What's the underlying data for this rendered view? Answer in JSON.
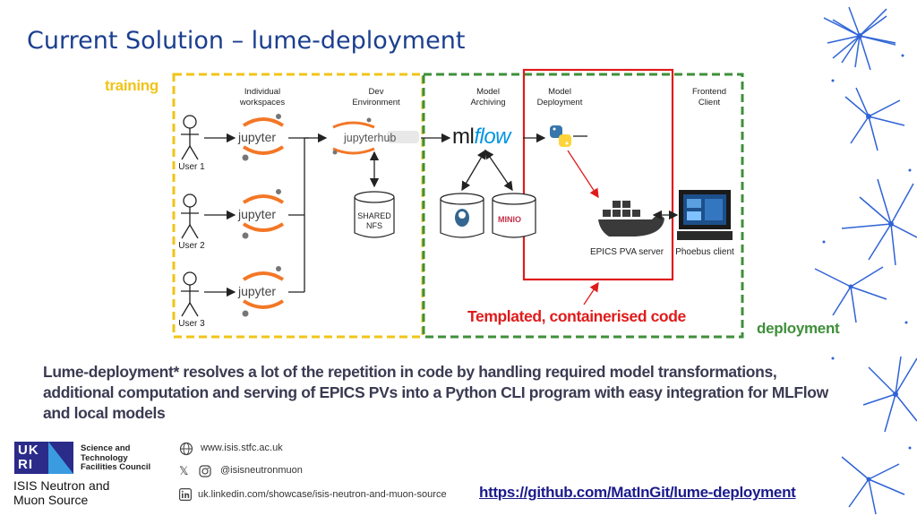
{
  "slide": {
    "title": "Current Solution – lume-deployment",
    "description": "Lume-deployment* resolves a lot of the repetition in code by handling required model transformations, additional computation and serving of EPICS PVs into a Python CLI program with easy integration for MLFlow and local models",
    "link": "https://github.com/MatInGit/lume-deployment"
  },
  "diagram": {
    "training_label": "training",
    "deployment_label": "deployment",
    "templated_label": "Templated, containerised code",
    "columns": {
      "individual_workspaces": [
        "Individual",
        "workspaces"
      ],
      "dev_environment": [
        "Dev",
        "Environment"
      ],
      "model_archiving": [
        "Model",
        "Archiving"
      ],
      "model_deployment": [
        "Model",
        "Deployment"
      ],
      "frontend_client": [
        "Frontend",
        "Client"
      ]
    },
    "users": [
      "User 1",
      "User 2",
      "User 3"
    ],
    "jupyter_label": "jupyter",
    "jupyterhub_label": "jupyterhub",
    "mlflow_ml": "ml",
    "mlflow_flow": "flow",
    "shared_nfs": [
      "SHARED",
      "NFS"
    ],
    "minio_label": "MINIO",
    "epics_label": "EPICS PVA server",
    "phoebus_label": "Phoebus client",
    "colors": {
      "training_border": "#f0c419",
      "deployment_border": "#3f8f3a",
      "highlight": "#e01b1b",
      "jupyter_orange": "#f37726",
      "title_blue": "#1b3f8f"
    }
  },
  "footer": {
    "org_lines": [
      "Science and",
      "Technology",
      "Facilities Council"
    ],
    "logo_letters": "UK RI",
    "isis_lines": [
      "ISIS Neutron and",
      "Muon Source"
    ],
    "website": "www.isis.stfc.ac.uk",
    "social": "@isisneutronmuon",
    "linkedin": "uk.linkedin.com/showcase/isis-neutron-and-muon-source",
    "x_glyph": "𝕏"
  }
}
